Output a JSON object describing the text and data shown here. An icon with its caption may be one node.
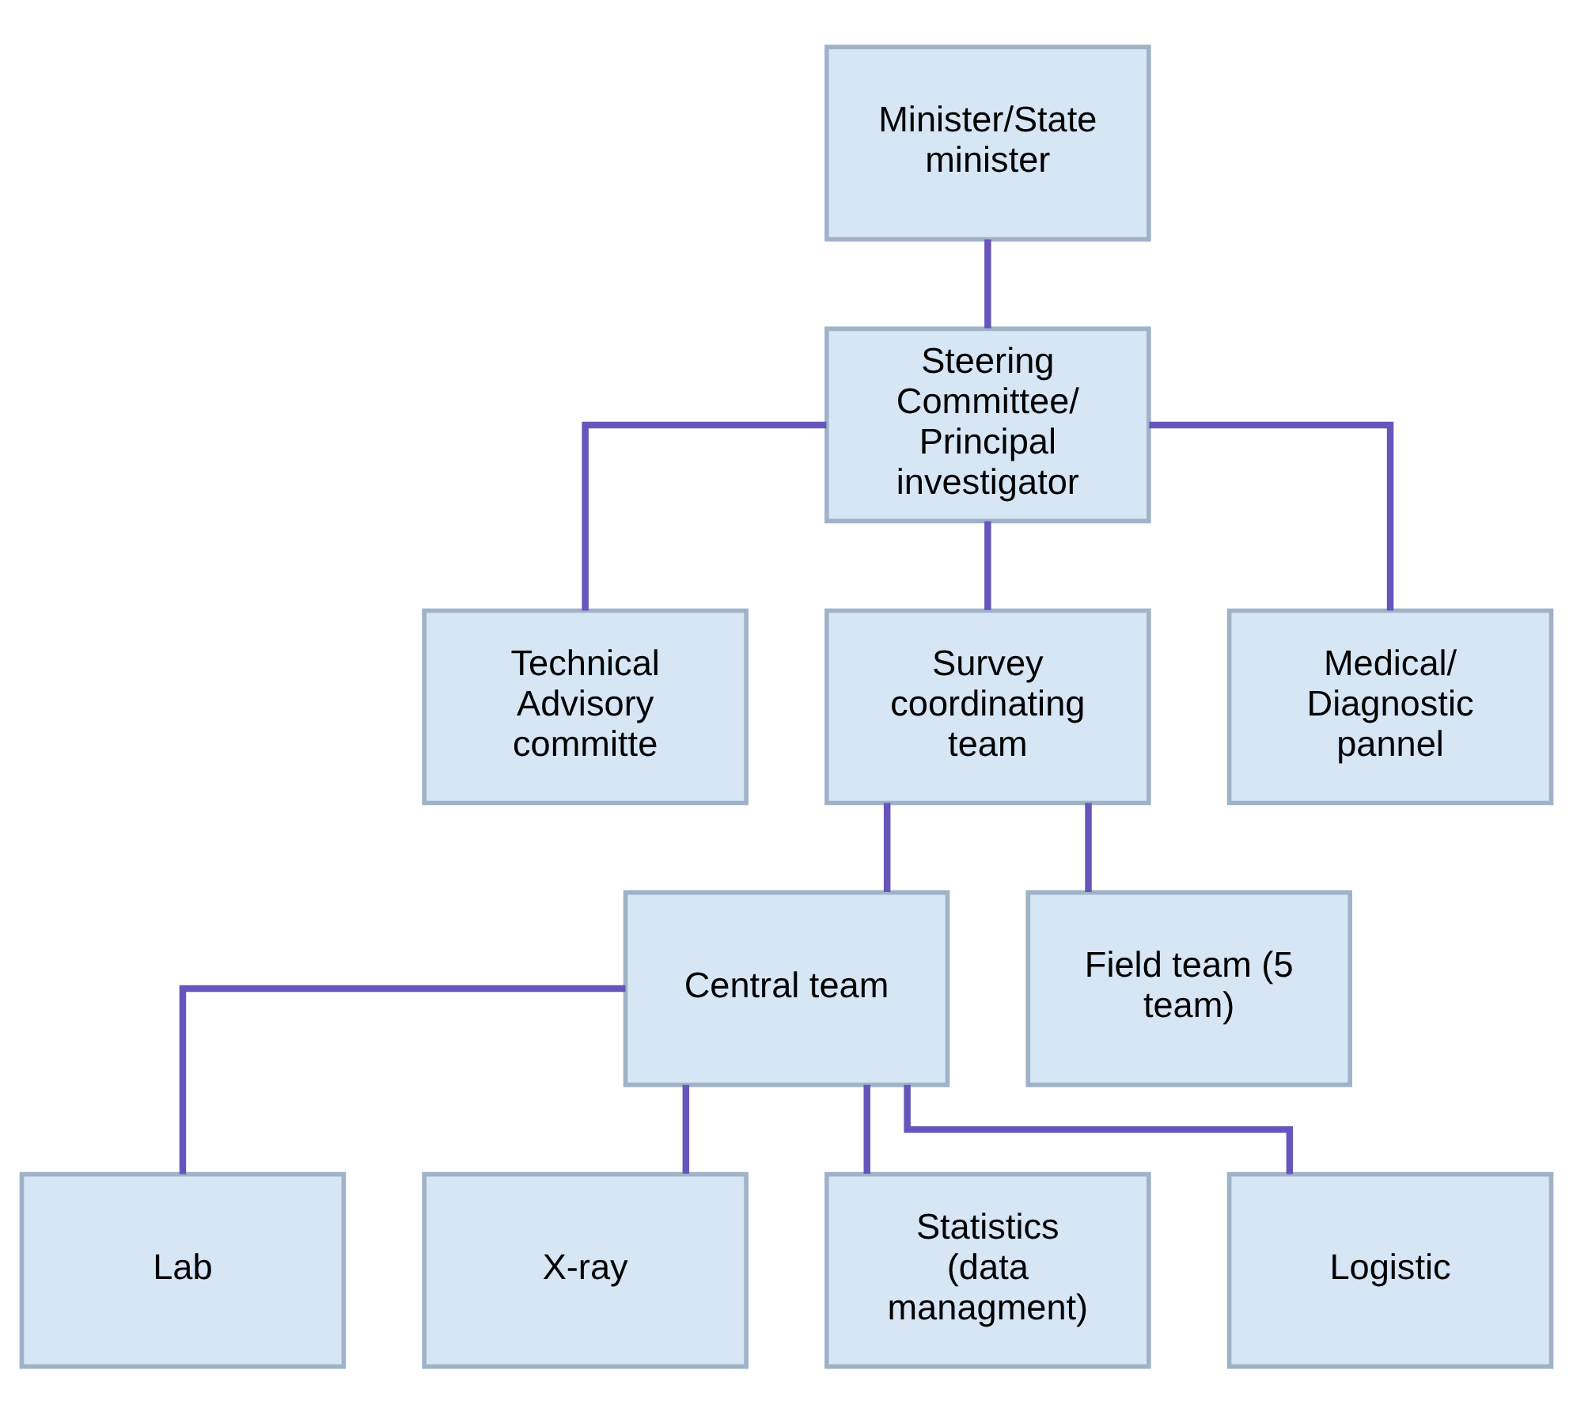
{
  "diagram": {
    "nodes": [
      {
        "text": [
          "Minister/State minister"
        ]
      },
      {
        "text": [
          "Steering Committee/ Principal investigator"
        ]
      },
      {
        "text": [
          "Technical Advisory committe"
        ]
      },
      {
        "text": [
          "Survey coordinating team"
        ]
      },
      {
        "text": [
          "Medical/ Diagnostic pannel"
        ]
      },
      {
        "text": [
          "Central team"
        ]
      },
      {
        "text": [
          "Field team (5 team)"
        ]
      },
      {
        "text": [
          "Lab"
        ]
      },
      {
        "text": [
          "X-ray"
        ]
      },
      {
        "text": [
          "Statistics (data managment)"
        ]
      },
      {
        "text": [
          "Logistic"
        ]
      }
    ],
    "edges": [
      {
        "from": 0,
        "to": 1,
        "arrow": "none"
      },
      {
        "from": 1,
        "to": 2,
        "arrow": "none"
      },
      {
        "from": 1,
        "to": 3,
        "arrow": "none"
      },
      {
        "from": 1,
        "to": 4,
        "arrow": "none"
      },
      {
        "from": 3,
        "to": 5,
        "arrow": "none"
      },
      {
        "from": 3,
        "to": 6,
        "arrow": "none"
      },
      {
        "from": 5,
        "to": 7,
        "arrow": "none"
      },
      {
        "from": 5,
        "to": 8,
        "arrow": "none"
      },
      {
        "from": 5,
        "to": 9,
        "arrow": "none"
      },
      {
        "from": 5,
        "to": 10,
        "arrow": "none"
      }
    ]
  }
}
